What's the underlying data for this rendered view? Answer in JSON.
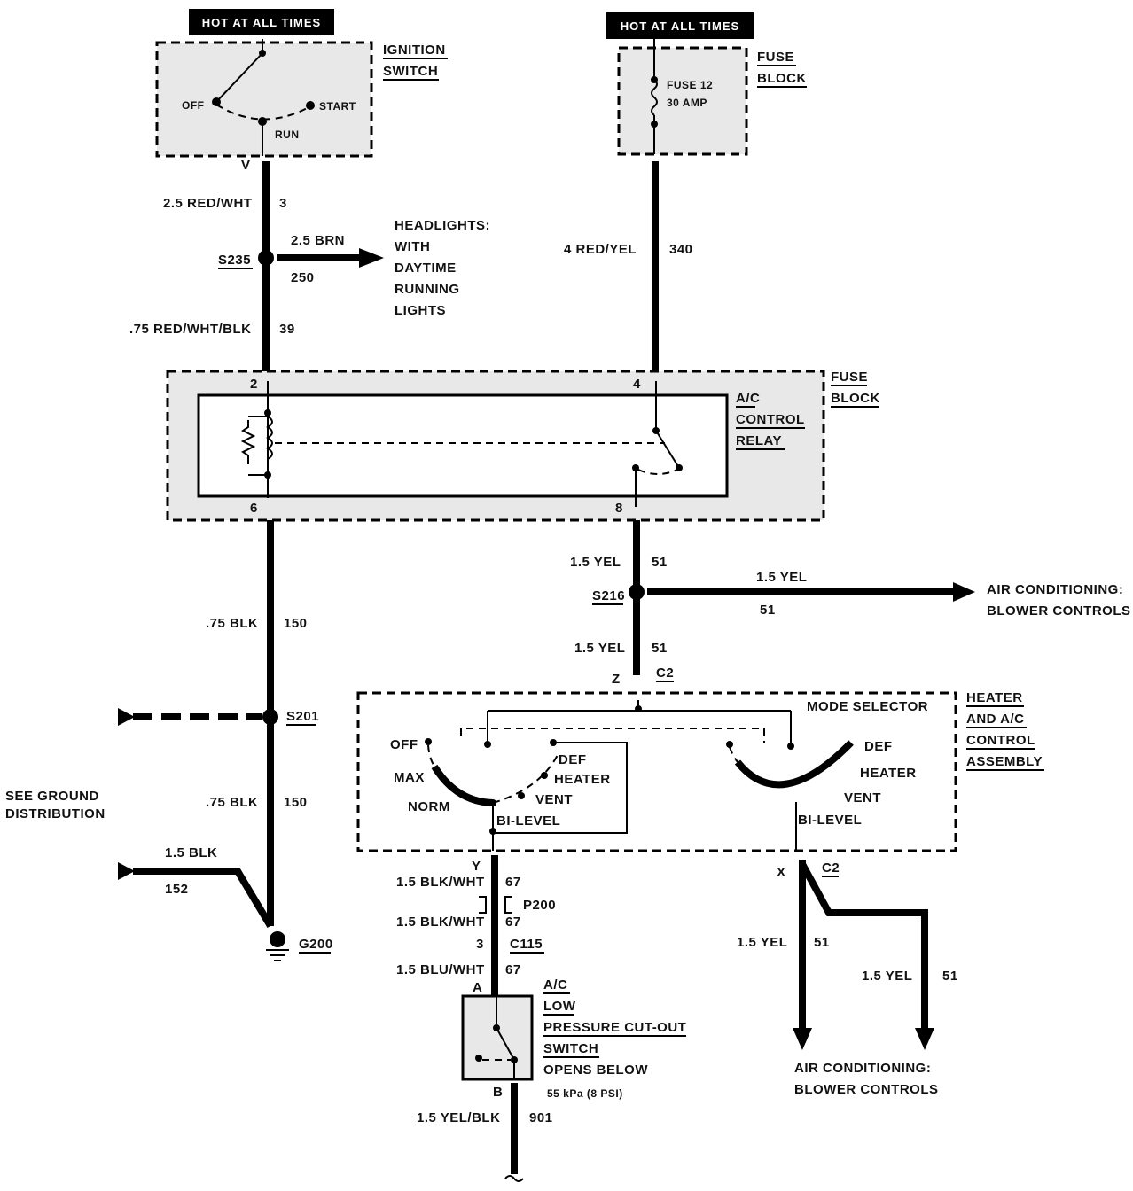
{
  "hot_at_all_times_1": "HOT AT ALL TIMES",
  "hot_at_all_times_2": "HOT AT ALL TIMES",
  "ignition_switch": {
    "line1": "IGNITION",
    "line2": "SWITCH",
    "off": "OFF",
    "start": "START",
    "run": "RUN",
    "terminal": "V"
  },
  "fuse_block_top": {
    "line1": "FUSE",
    "line2": "BLOCK",
    "fuse": "FUSE 12",
    "amp": "30 AMP"
  },
  "wire_3": {
    "gauge": "2.5 RED/WHT",
    "circuit": "3"
  },
  "splice_s235": "S235",
  "wire_250": {
    "gauge": "2.5 BRN",
    "circuit": "250"
  },
  "headlights": [
    "HEADLIGHTS:",
    "WITH",
    "DAYTIME",
    "RUNNING",
    "LIGHTS"
  ],
  "wire_39": {
    "gauge": ".75 RED/WHT/BLK",
    "circuit": "39"
  },
  "wire_340": {
    "gauge": "4 RED/YEL",
    "circuit": "340"
  },
  "fuse_block_mid": {
    "line1": "FUSE",
    "line2": "BLOCK"
  },
  "relay": {
    "line1": "A/C",
    "line2": "CONTROL",
    "line3": "RELAY",
    "pin2": "2",
    "pin4": "4",
    "pin6": "6",
    "pin8": "8"
  },
  "wire_51_a": {
    "gauge": "1.5 YEL",
    "circuit": "51"
  },
  "splice_s216": "S216",
  "wire_51_b": {
    "gauge": "1.5 YEL",
    "circuit": "51"
  },
  "blower_right": [
    "AIR CONDITIONING:",
    "BLOWER CONTROLS"
  ],
  "wire_51_c": {
    "gauge": "1.5 YEL",
    "circuit": "51"
  },
  "connector_z": {
    "pin": "Z",
    "name": "C2"
  },
  "wire_150_a": {
    "gauge": ".75 BLK",
    "circuit": "150"
  },
  "splice_s201": "S201",
  "see_ground": [
    "SEE GROUND",
    "DISTRIBUTION"
  ],
  "wire_150_b": {
    "gauge": ".75 BLK",
    "circuit": "150"
  },
  "wire_152": {
    "gauge": "1.5 BLK",
    "circuit": "152"
  },
  "ground_g200": "G200",
  "mode_selector": {
    "title": "MODE SELECTOR",
    "left": {
      "off": "OFF",
      "max": "MAX",
      "norm": "NORM",
      "def": "DEF",
      "heater": "HEATER",
      "vent": "VENT",
      "bilevel": "BI-LEVEL"
    },
    "right": {
      "def": "DEF",
      "heater": "HEATER",
      "vent": "VENT",
      "bilevel": "BI-LEVEL"
    }
  },
  "control_assembly": [
    "HEATER",
    "AND A/C",
    "CONTROL",
    "ASSEMBLY"
  ],
  "connector_y": "Y",
  "connector_x": {
    "pin": "X",
    "name": "C2"
  },
  "wire_67_a": {
    "gauge": "1.5 BLK/WHT",
    "circuit": "67"
  },
  "p200": "P200",
  "wire_67_b": {
    "gauge": "1.5 BLK/WHT",
    "circuit": "67"
  },
  "c115": {
    "pin": "3",
    "name": "C115"
  },
  "wire_67_c": {
    "gauge": "1.5 BLU/WHT",
    "circuit": "67"
  },
  "pressure_switch": {
    "pin_a": "A",
    "pin_b": "B",
    "lines": [
      "A/C",
      "LOW",
      "PRESSURE CUT-OUT",
      "SWITCH",
      "OPENS BELOW"
    ],
    "spec": "55 kPa (8 PSI)"
  },
  "wire_51_d": {
    "gauge": "1.5 YEL",
    "circuit": "51"
  },
  "wire_51_e": {
    "gauge": "1.5 YEL",
    "circuit": "51"
  },
  "blower_bottom": [
    "AIR CONDITIONING:",
    "BLOWER CONTROLS"
  ],
  "wire_901": {
    "gauge": "1.5 YEL/BLK",
    "circuit": "901"
  }
}
